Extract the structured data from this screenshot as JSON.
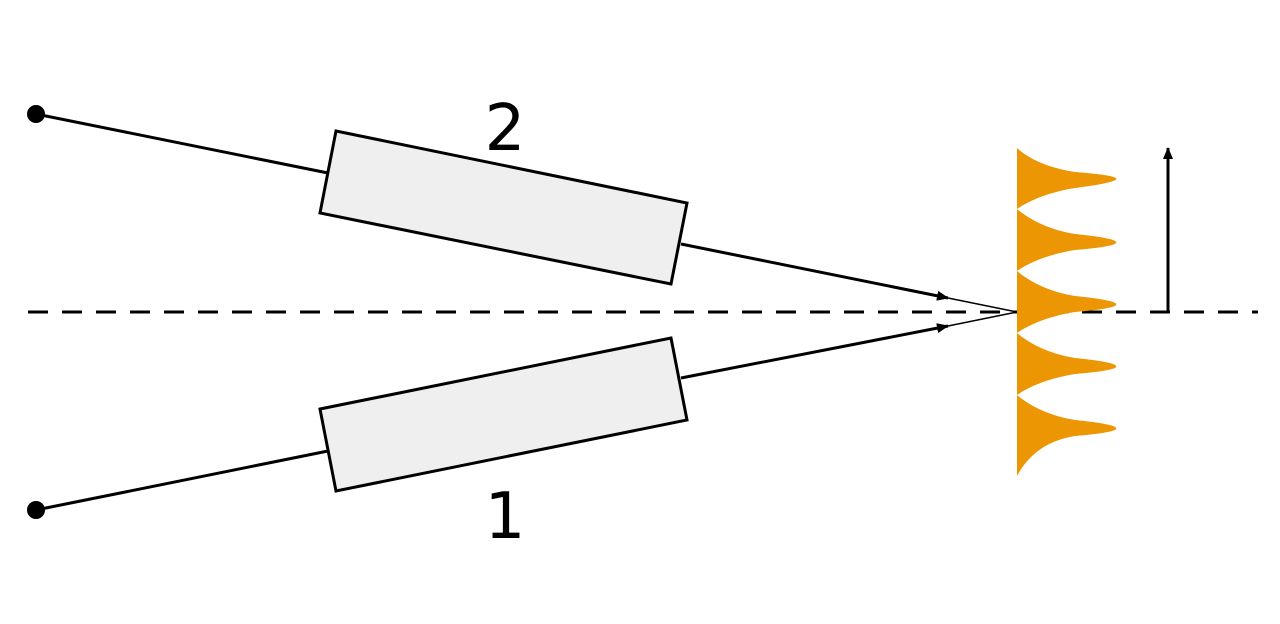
{
  "labels": {
    "upper_arm": "2",
    "lower_arm": "1"
  },
  "colors": {
    "line": "#000000",
    "box_fill": "#efefef",
    "pattern_fill": "#eb9602",
    "background": "#ffffff"
  },
  "icons": {
    "source_point": "dot",
    "beam_arrow": "arrowhead",
    "pattern_axis": "up-arrow"
  }
}
